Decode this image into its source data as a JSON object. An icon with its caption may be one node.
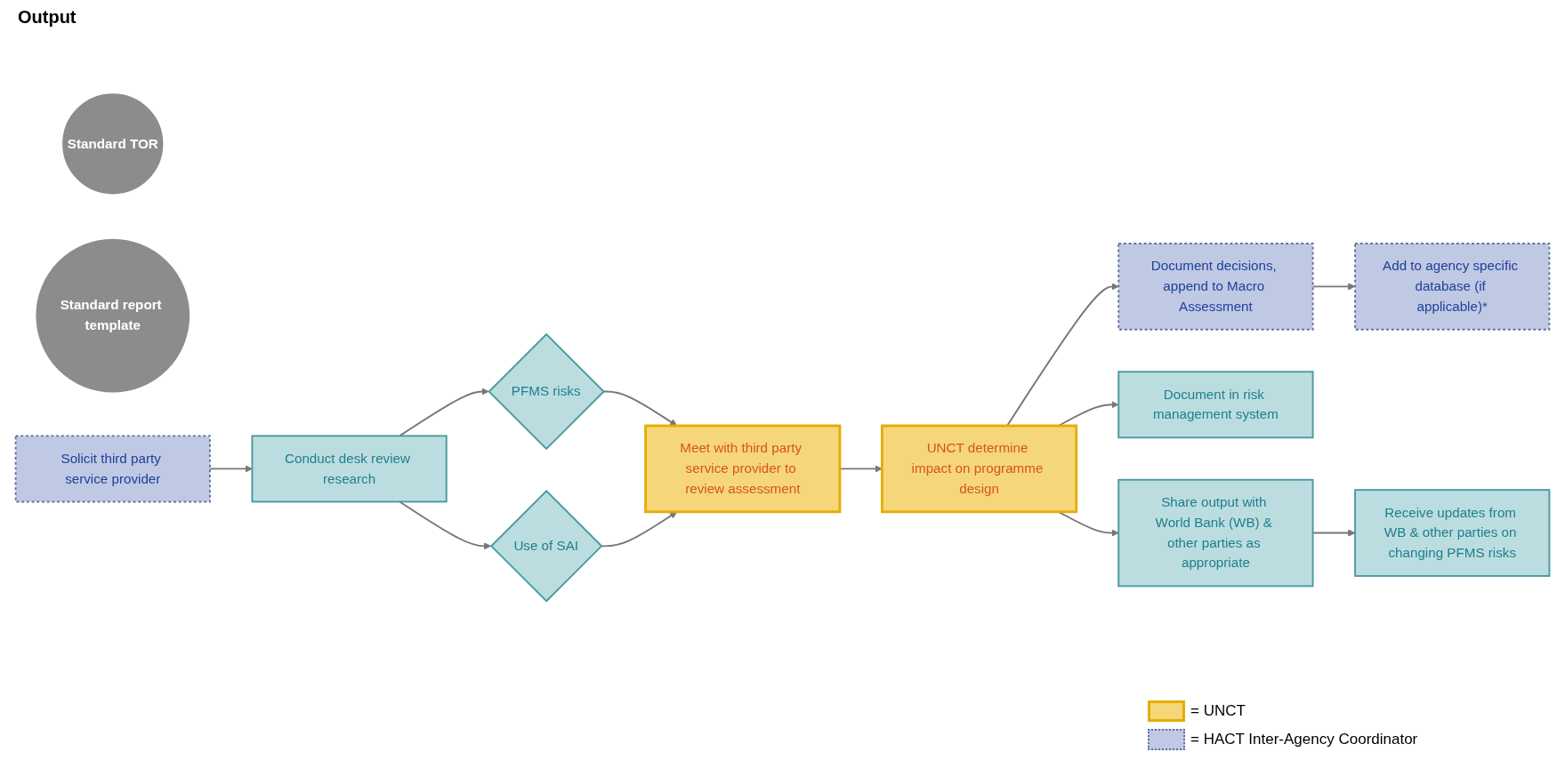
{
  "diagram": {
    "nodes": [
      {
        "text": [
          "Standard TOR"
        ]
      },
      {
        "text": [
          "Standard report template"
        ]
      },
      {
        "text": [
          "Solicit third party service provider"
        ]
      },
      {
        "text": [
          "Conduct desk review research"
        ]
      },
      {
        "text": [
          "PFMS risks"
        ]
      },
      {
        "text": [
          "Use of SAI"
        ]
      },
      {
        "text": [
          "Meet with third party service provider to review assessment"
        ]
      },
      {
        "text": [
          "UNCT determine impact on programme design"
        ]
      },
      {
        "text": [
          "Document decisions, append to Macro Assessment"
        ]
      },
      {
        "text": [
          "Add to agency specific database (if applicable)*"
        ]
      },
      {
        "text": [
          "Document in risk management system"
        ]
      },
      {
        "text": [
          "Share output with World Bank (WB) & other parties as appropriate"
        ]
      },
      {
        "text": [
          "Receive updates from WB & other parties on changing PFMS risks"
        ]
      }
    ],
    "edges": [
      {
        "from": 2,
        "to": 3,
        "arrow": "to"
      },
      {
        "from": 3,
        "to": 4,
        "arrow": "to"
      },
      {
        "from": 3,
        "to": 5,
        "arrow": "to"
      },
      {
        "from": 4,
        "to": 6,
        "arrow": "to"
      },
      {
        "from": 5,
        "to": 6,
        "arrow": "to"
      },
      {
        "from": 6,
        "to": 7,
        "arrow": "to"
      },
      {
        "from": 7,
        "to": 8,
        "arrow": "to"
      },
      {
        "from": 7,
        "to": 10,
        "arrow": "to"
      },
      {
        "from": 8,
        "to": 9,
        "arrow": "to"
      },
      {
        "from": 7,
        "to": 11,
        "arrow": "to"
      },
      {
        "from": 11,
        "to": 12,
        "arrow": "to"
      }
    ],
    "labels": [
      "Output"
    ],
    "legend": [
      {
        "text": "= UNCT",
        "color": "#f5d77a"
      },
      {
        "text": "= HACT Inter-Agency Coordinator",
        "color": "#c0c9e4"
      }
    ]
  }
}
